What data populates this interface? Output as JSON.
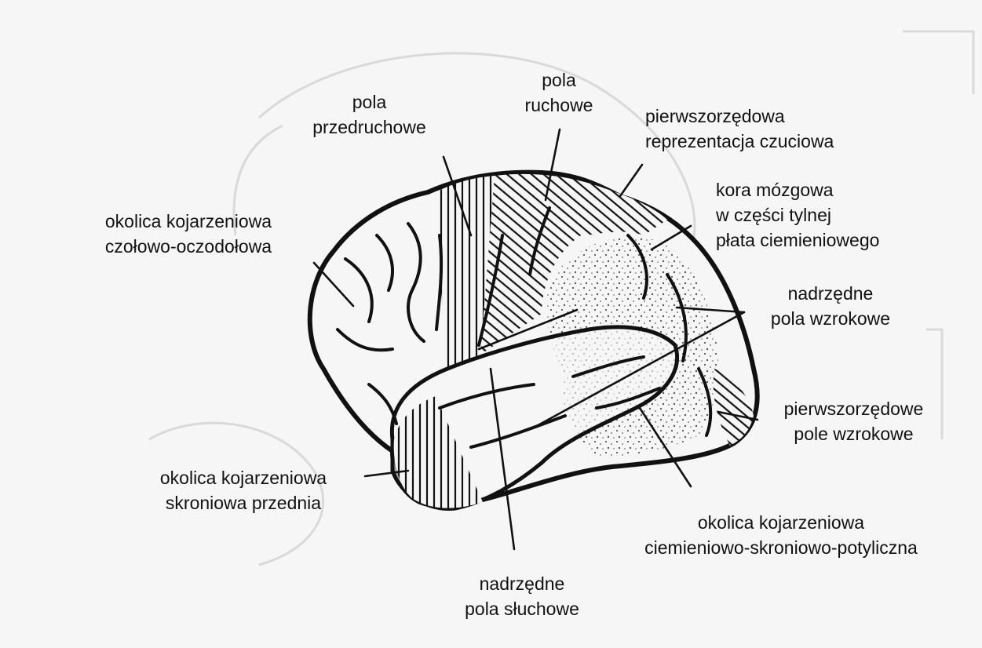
{
  "labels": {
    "premotor": [
      "pola",
      "przedruchowe"
    ],
    "motor": [
      "pola",
      "ruchowe"
    ],
    "primary_somatosensory": [
      "pierwszorzędowa",
      "reprezentacja czuciowa"
    ],
    "posterior_parietal": [
      "kora mózgowa",
      "w części tylnej",
      "płata ciemieniowego"
    ],
    "frontal_association": [
      "okolica kojarzeniowa",
      "czołowo-oczodołowa"
    ],
    "higher_visual": [
      "nadrzędne",
      "pola wzrokowe"
    ],
    "primary_visual": [
      "pierwszorzędowe",
      "pole wzrokowe"
    ],
    "temporal_association": [
      "okolica kojarzeniowa",
      "skroniowa przednia"
    ],
    "parieto_temporo_occipital": [
      "okolica kojarzeniowa",
      "ciemieniowo-skroniowo-potyliczna"
    ],
    "higher_auditory": [
      "nadrzędne",
      "pola słuchowe"
    ]
  },
  "colors": {
    "ink": "#111111",
    "paper": "#f6f6f6",
    "ghost": "#d9d9d9"
  }
}
